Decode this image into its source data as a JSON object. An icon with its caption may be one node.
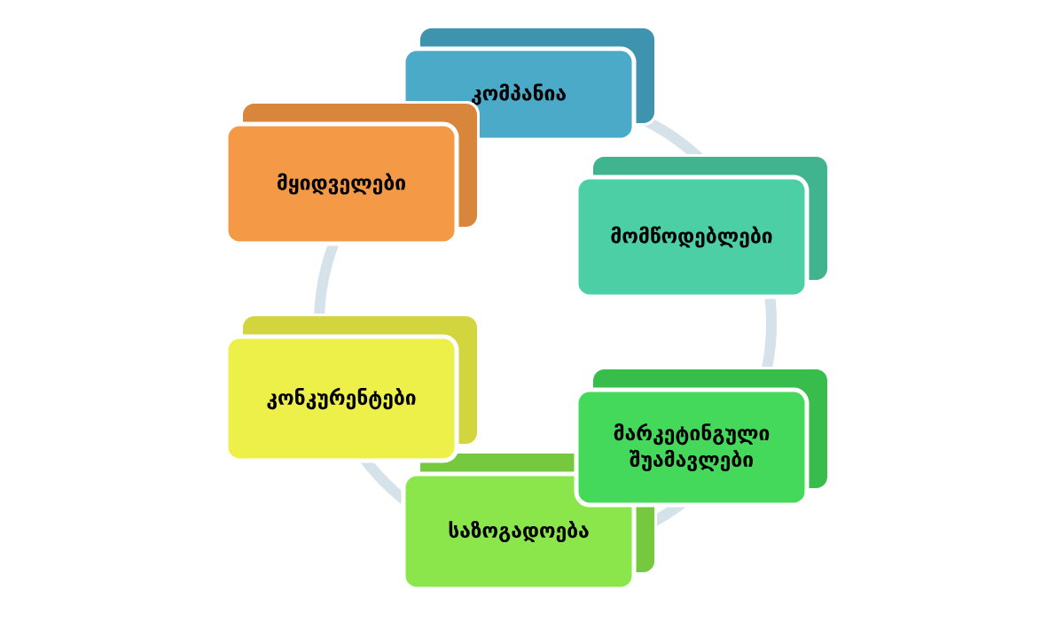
{
  "diagram": {
    "nodes": [
      {
        "text": [
          "კომპანია"
        ]
      },
      {
        "text": [
          "მომწოდებლები"
        ]
      },
      {
        "text": [
          "მარკეტინგული შუამავლები"
        ]
      },
      {
        "text": [
          "საზოგადოება"
        ]
      },
      {
        "text": [
          "კონკურენტები"
        ]
      },
      {
        "text": [
          "მყიდველები"
        ]
      }
    ]
  }
}
